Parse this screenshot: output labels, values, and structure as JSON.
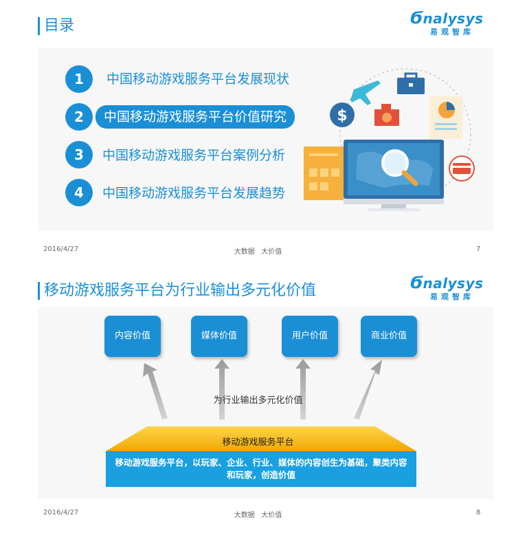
{
  "slide1": {
    "title": "目录",
    "logo": {
      "word": "nalysys",
      "sub": "易观智库"
    },
    "menu": [
      {
        "num": "1",
        "label": "中国移动游戏服务平台发展现状"
      },
      {
        "num": "2",
        "label": "中国移动游戏服务平台价值研究"
      },
      {
        "num": "3",
        "label": "中国移动游戏服务平台案例分析"
      },
      {
        "num": "4",
        "label": "中国移动游戏服务平台发展趋势"
      }
    ],
    "footer": {
      "date": "2016/4/27",
      "center": "大数据   大价值",
      "page": "7"
    }
  },
  "slide2": {
    "title": "移动游戏服务平台为行业输出多元化价值",
    "logo": {
      "word": "nalysys",
      "sub": "易观智库"
    },
    "values": [
      "内容价值",
      "媒体价值",
      "用户价值",
      "商业价值"
    ],
    "arrow_label": "为行业输出多元化价值",
    "platform_label": "移动游戏服务平台",
    "description": "移动游戏服务平台，以玩家、企业、行业、媒体的内容创生为基础，聚类内容和玩家，创造价值",
    "footer": {
      "date": "2016/4/27",
      "center": "大数据   大价值",
      "page": "8"
    }
  },
  "colors": {
    "accent": "#1a8fd6",
    "platform_gold": "#f5b800",
    "desc_blue": "#1aa0e0"
  }
}
